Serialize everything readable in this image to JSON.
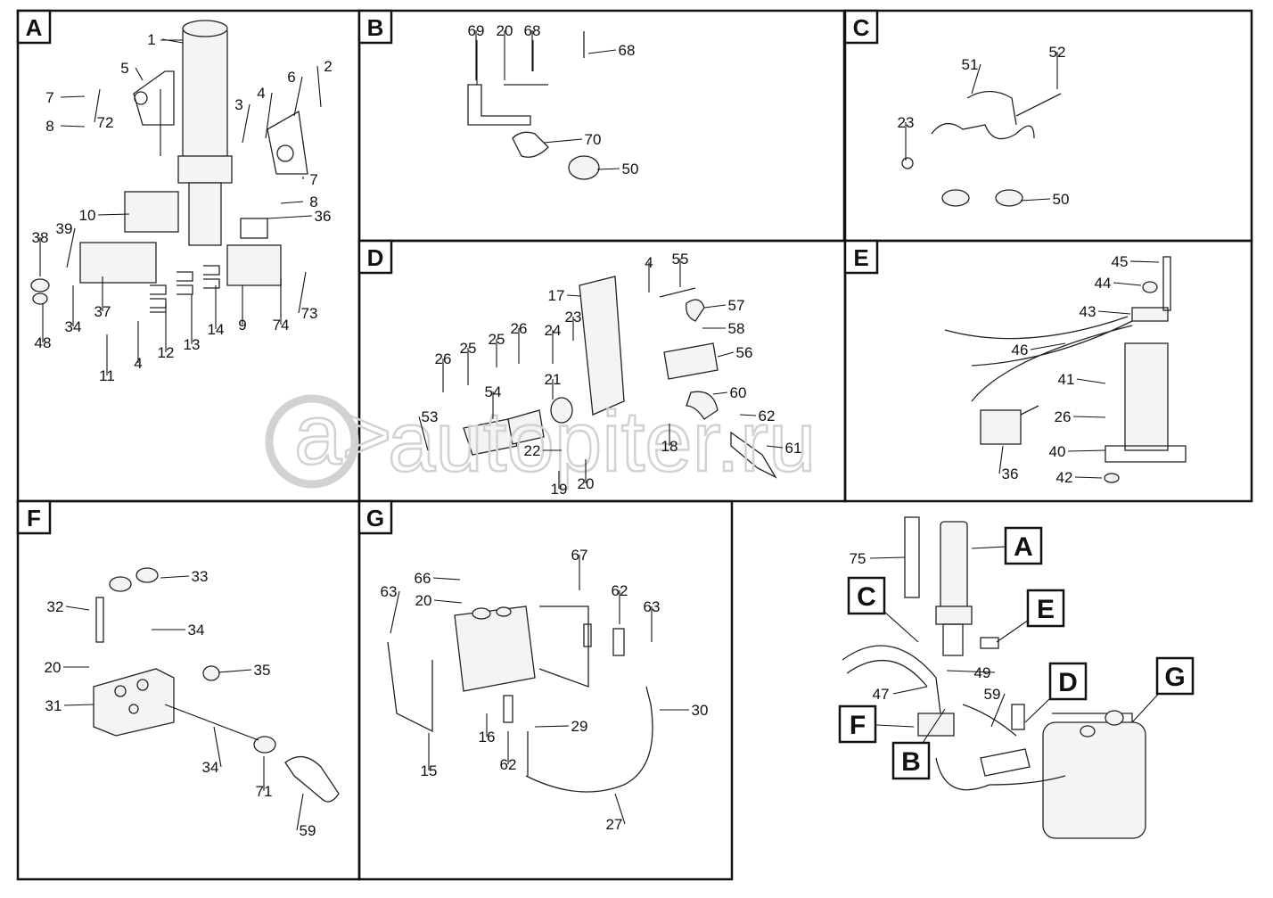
{
  "watermark": "autopiter.ru",
  "panels": [
    {
      "id": "A",
      "letter": "A",
      "labels": [
        "1",
        "5",
        "2",
        "7",
        "72",
        "8",
        "3",
        "4",
        "6",
        "7",
        "8",
        "10",
        "36",
        "38",
        "39",
        "37",
        "34",
        "48",
        "12",
        "13",
        "14",
        "9",
        "74",
        "73",
        "11",
        "4"
      ]
    },
    {
      "id": "B",
      "letter": "B",
      "labels": [
        "69",
        "20",
        "68",
        "68",
        "70",
        "50"
      ]
    },
    {
      "id": "C",
      "letter": "C",
      "labels": [
        "51",
        "52",
        "23",
        "50"
      ]
    },
    {
      "id": "D",
      "letter": "D",
      "labels": [
        "4",
        "55",
        "17",
        "57",
        "58",
        "23",
        "56",
        "24",
        "26",
        "25",
        "25",
        "26",
        "21",
        "54",
        "60",
        "53",
        "62",
        "22",
        "18",
        "61",
        "19",
        "20"
      ]
    },
    {
      "id": "E",
      "letter": "E",
      "labels": [
        "45",
        "44",
        "43",
        "46",
        "41",
        "26",
        "40",
        "36",
        "42"
      ]
    },
    {
      "id": "F",
      "letter": "F",
      "labels": [
        "33",
        "32",
        "34",
        "20",
        "35",
        "31",
        "34",
        "71",
        "59"
      ]
    },
    {
      "id": "G",
      "letter": "G",
      "labels": [
        "67",
        "66",
        "63",
        "20",
        "62",
        "63",
        "30",
        "16",
        "29",
        "15",
        "62",
        "27"
      ]
    }
  ],
  "overview": {
    "labels": [
      "75",
      "49",
      "47",
      "59"
    ],
    "callouts": [
      "A",
      "C",
      "E",
      "D",
      "G",
      "F",
      "B"
    ]
  },
  "colors": {
    "line": "#111111",
    "watermark": "#d2d2d2",
    "background": "#ffffff"
  }
}
